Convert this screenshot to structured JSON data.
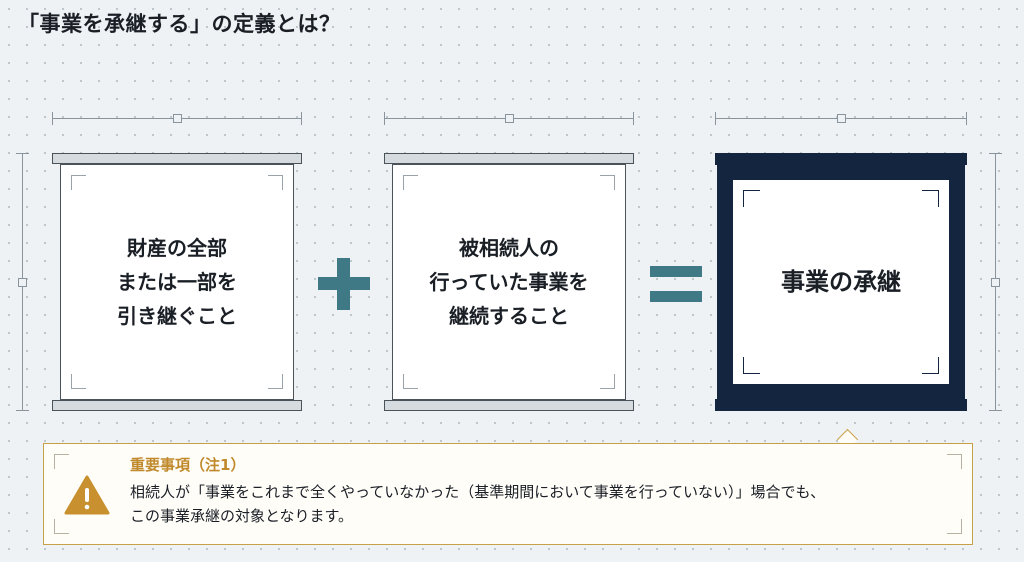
{
  "title": "「事業を承継する」の定義とは？",
  "boxes": [
    {
      "text": "財産の全部\nまたは一部を\n引き継ぐこと"
    },
    {
      "text": "被相続人の\n行っていた事業を\n継続すること"
    },
    {
      "text": "事業の承継"
    }
  ],
  "operators": {
    "plus": "+",
    "equals": "="
  },
  "note": {
    "heading": "重要事項（注1）",
    "body": "相続人が「事業をこれまで全くやっていなかった（基準期間において事業を行っていない）」場合でも、\nこの事業承継の対象となります。",
    "icon": "warning-icon"
  },
  "colors": {
    "accent": "#3e7985",
    "dark": "#14263f",
    "warning": "#c9a04a"
  }
}
